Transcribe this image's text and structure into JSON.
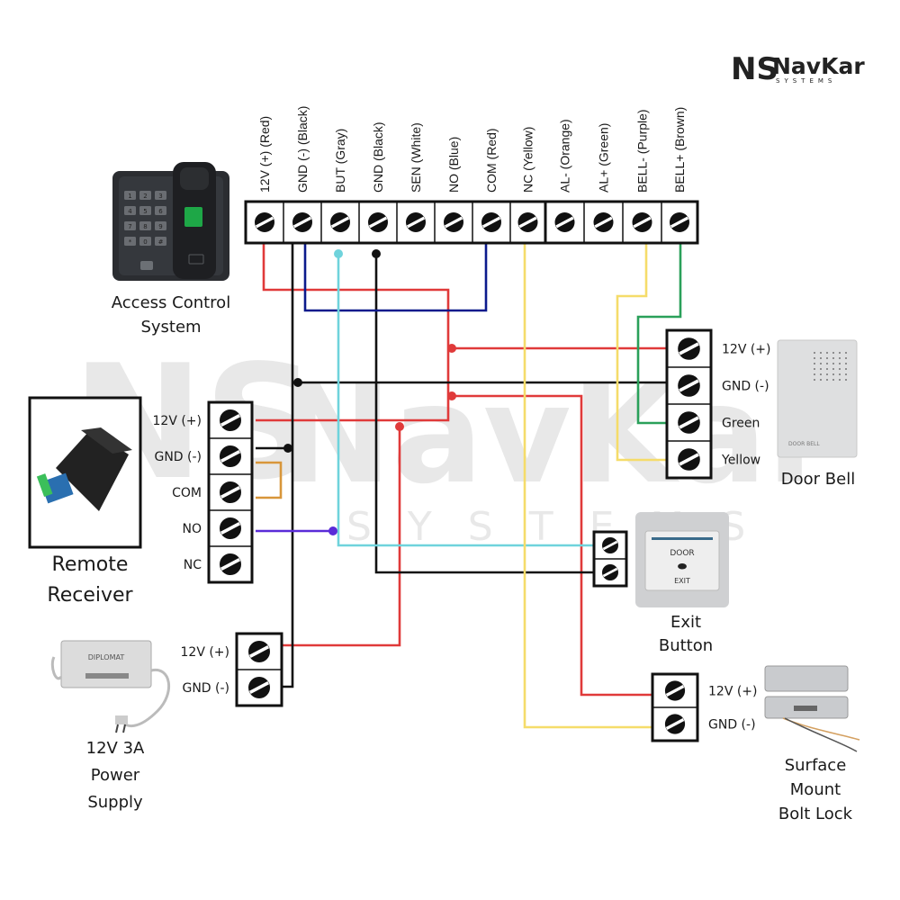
{
  "brand": {
    "logo_mark": "NS",
    "name": "NavKar",
    "tagline": "SYSTEMS",
    "watermark_name": "NavKar",
    "watermark_tagline": "SYSTEMS"
  },
  "controller": {
    "caption_line1": "Access Control",
    "caption_line2": "System",
    "keypad_keys": [
      "1",
      "2",
      "3",
      "4",
      "5",
      "6",
      "7",
      "8",
      "9",
      "*",
      "0",
      "#"
    ],
    "terminals": [
      {
        "label": "12V (+) (Red)",
        "wire": "red"
      },
      {
        "label": "GND (-) (Black)",
        "wire": "black"
      },
      {
        "label": "BUT (Gray)",
        "wire": "cyan"
      },
      {
        "label": "GND (Black)",
        "wire": "black"
      },
      {
        "label": "SEN (White)",
        "wire": "none"
      },
      {
        "label": "NO (Blue)",
        "wire": "navy"
      },
      {
        "label": "COM (Red)",
        "wire": "navy"
      },
      {
        "label": "NC  (Yellow)",
        "wire": "yellow"
      },
      {
        "label": "AL- (Orange)",
        "wire": "none"
      },
      {
        "label": "AL+ (Green)",
        "wire": "none"
      },
      {
        "label": "BELL- (Purple)",
        "wire": "yellow"
      },
      {
        "label": "BELL+ (Brown)",
        "wire": "green"
      }
    ]
  },
  "remote_receiver": {
    "caption_line1": "Remote",
    "caption_line2": "Receiver",
    "terminals": [
      "12V (+)",
      "GND (-)",
      "COM",
      "NO",
      "NC"
    ]
  },
  "power_supply": {
    "caption_line1": "12V 3A",
    "caption_line2": "Power",
    "caption_line3": "Supply",
    "product_label": "DIPLOMAT",
    "terminals": [
      "12V (+)",
      "GND (-)"
    ]
  },
  "door_bell": {
    "caption": "Door Bell",
    "product_label": "DOOR BELL",
    "terminals": [
      "12V (+)",
      "GND (-)",
      "Green",
      "Yellow"
    ]
  },
  "exit_button": {
    "caption_line1": "Exit",
    "caption_line2": "Button",
    "face_top": "DOOR",
    "face_bottom": "EXIT",
    "terminals": [
      "",
      ""
    ]
  },
  "bolt_lock": {
    "caption_line1": "Surface",
    "caption_line2": "Mount",
    "caption_line3": "Bolt Lock",
    "terminals": [
      "12V (+)",
      "GND (-)"
    ]
  },
  "wire_colors": {
    "red": "#e03a3a",
    "black": "#111111",
    "navy": "#0b1a8c",
    "cyan": "#6fd3dc",
    "yellow": "#f5dc6a",
    "green": "#2aa05a",
    "orange": "#d8963a",
    "purple": "#5a2bd8"
  }
}
